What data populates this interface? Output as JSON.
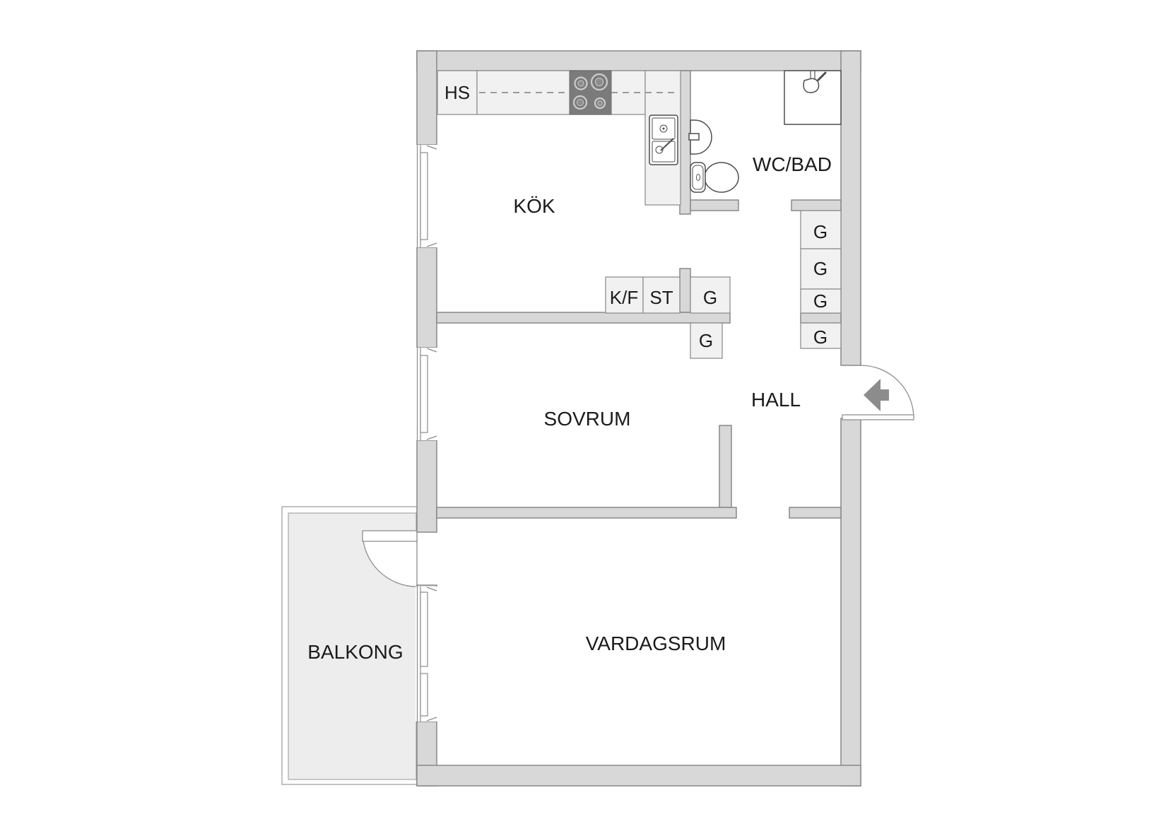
{
  "rooms": {
    "kitchen": "KÖK",
    "bathroom": "WC/BAD",
    "hall": "HALL",
    "bedroom": "SOVRUM",
    "living_room": "VARDAGSRUM",
    "balcony": "BALKONG"
  },
  "cabinets": {
    "hs": "HS",
    "kf": "K/F",
    "st": "ST",
    "g": "G"
  },
  "colors": {
    "wall_fill": "#d8d8d8",
    "wall_stroke": "#888888",
    "cabinet_fill": "#f1f1f1",
    "cabinet_stroke": "#909090",
    "balcony_fill": "#ededed",
    "stove_fill": "#7b7b7b",
    "fixture_stroke": "#4d4d4d",
    "entrance_arrow": "#8c8c8c",
    "label_text": "#1b1b1b",
    "background": "#ffffff"
  }
}
